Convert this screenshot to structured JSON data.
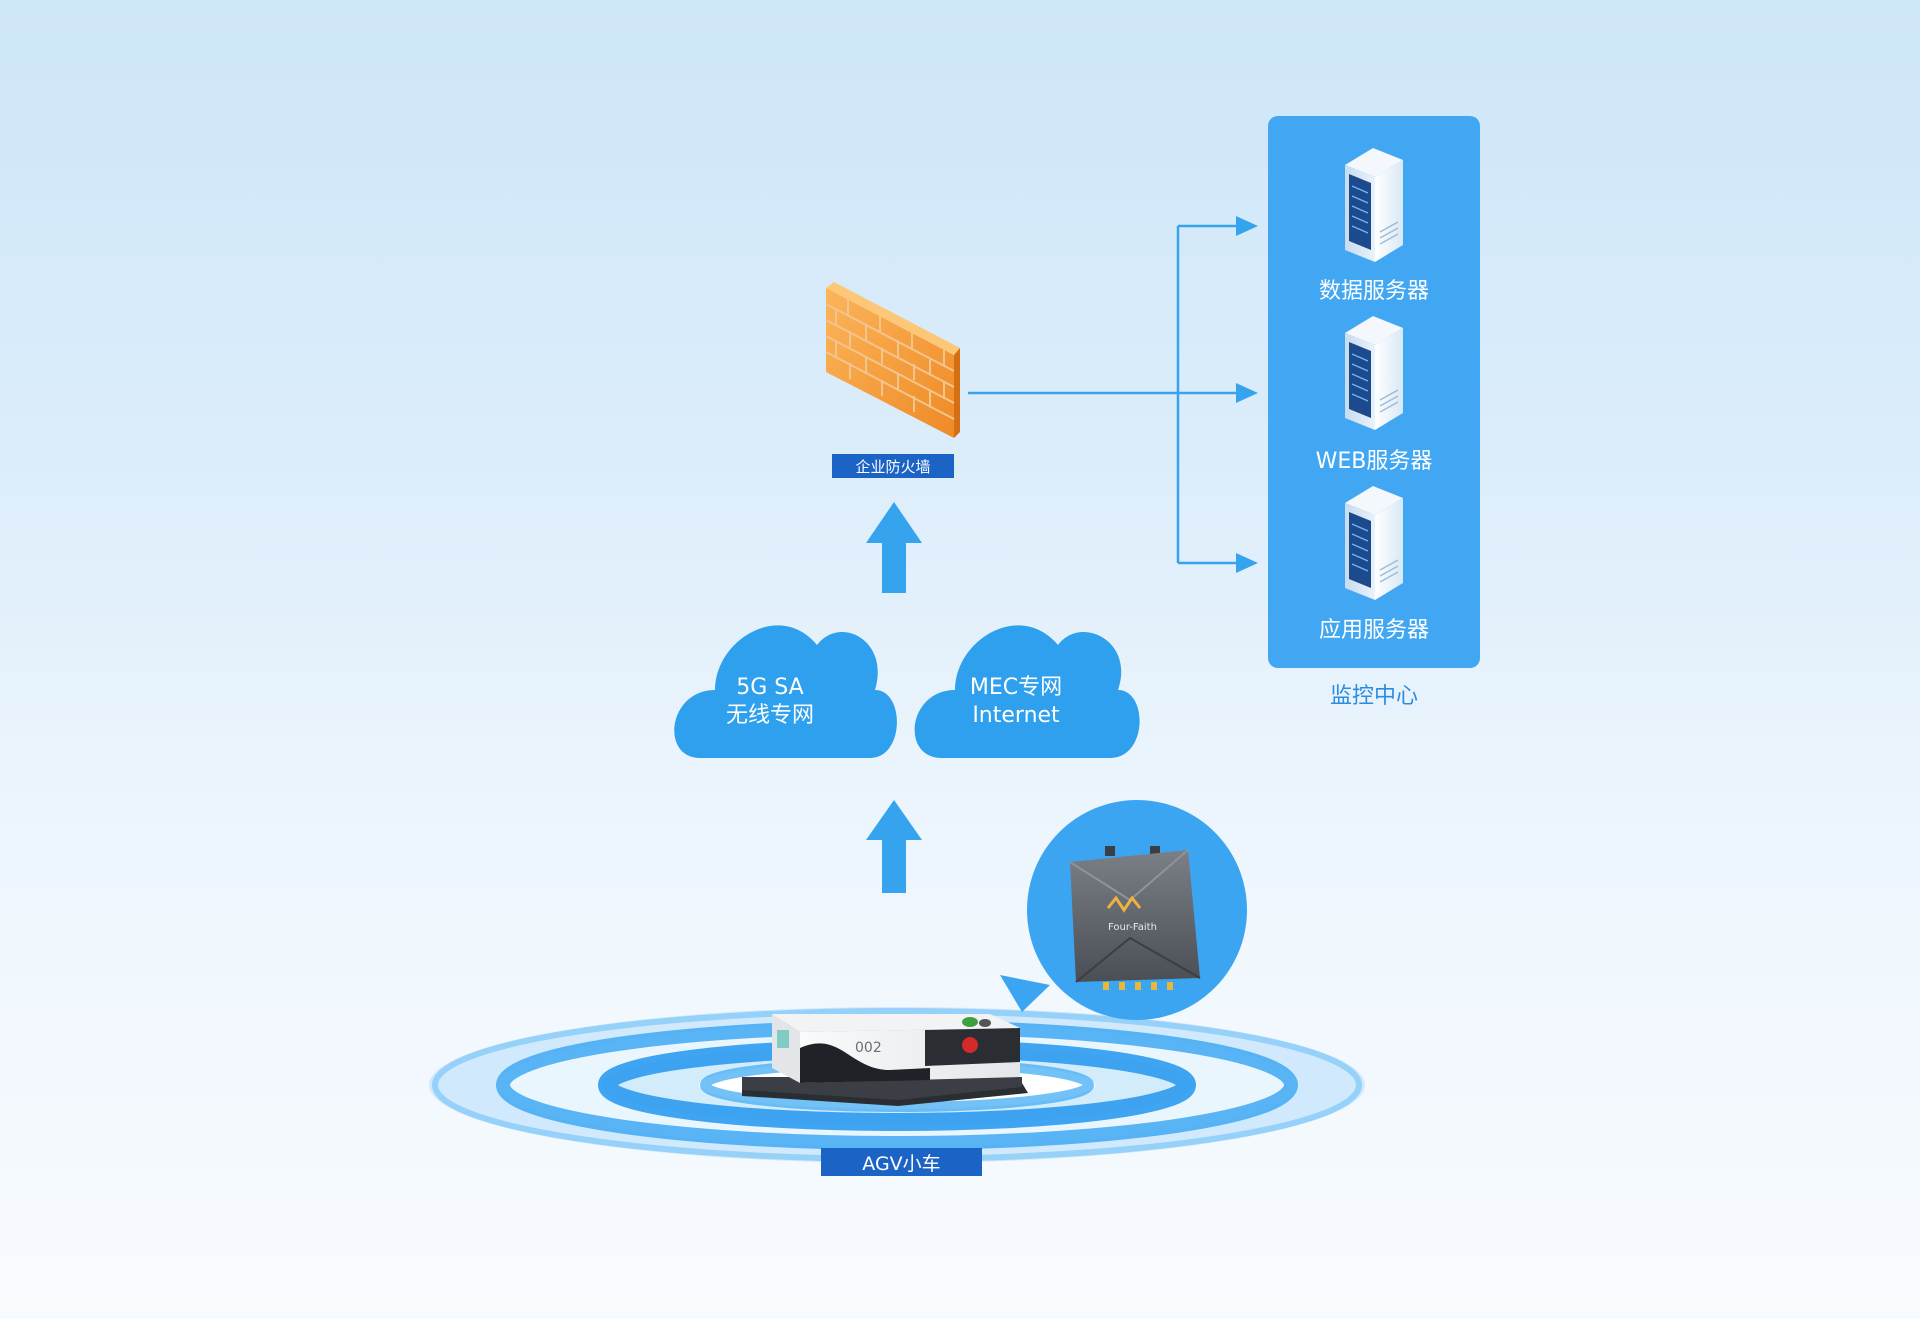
{
  "firewall": {
    "label": "企业防火墙"
  },
  "clouds": [
    {
      "line1": "5G SA",
      "line2": "无线专网"
    },
    {
      "line1": "MEC专网",
      "line2": "Internet"
    }
  ],
  "monitoring": {
    "caption": "监控中心",
    "servers": [
      {
        "label": "数据服务器"
      },
      {
        "label": "WEB服务器"
      },
      {
        "label": "应用服务器"
      }
    ]
  },
  "agv": {
    "label": "AGV小车",
    "number": "002"
  },
  "router": {
    "brand": "Four-Faith"
  },
  "colors": {
    "label_bg": "#1c63c6",
    "accent_blue": "#36a3ee",
    "panel_blue": "#42a7f2",
    "firewall_orange": "#f49a3a",
    "caption_blue": "#2c8de0"
  },
  "icons": [
    "firewall-icon",
    "cloud-icon",
    "server-icon",
    "router-icon",
    "agv-icon",
    "arrow-up-icon",
    "signal-wave-icon"
  ]
}
